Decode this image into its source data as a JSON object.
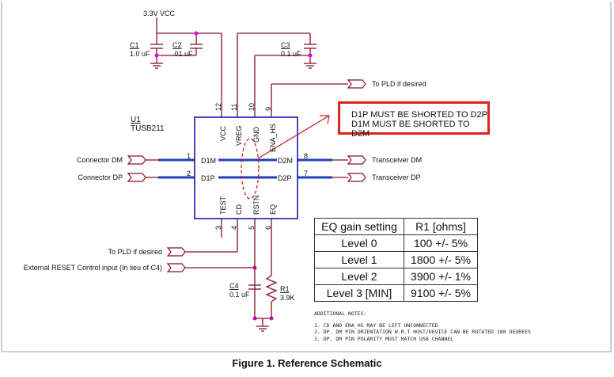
{
  "figure_caption": "Figure 1.  Reference Schematic",
  "power": {
    "rail_label": "3.3V VCC"
  },
  "capacitors": [
    {
      "ref": "C1",
      "value": "1.0 uF"
    },
    {
      "ref": "C2",
      "value": ".01 uF"
    },
    {
      "ref": "C3",
      "value": "0.1 uF"
    },
    {
      "ref": "C4",
      "value": "0.1 uF"
    }
  ],
  "resistor": {
    "ref": "R1",
    "value": "3.9K"
  },
  "ic": {
    "ref": "U1",
    "part": "TUSB211",
    "top_pins": [
      {
        "num": "12",
        "name": "VCC"
      },
      {
        "num": "11",
        "name": "VREG"
      },
      {
        "num": "10",
        "name": "GND"
      },
      {
        "num": "9",
        "name": "ENA_HS"
      }
    ],
    "left_pins": [
      {
        "num": "1",
        "name": "D1M"
      },
      {
        "num": "2",
        "name": "D1P"
      }
    ],
    "right_pins": [
      {
        "num": "8",
        "name": "D2M"
      },
      {
        "num": "7",
        "name": "D2P"
      }
    ],
    "bottom_pins": [
      {
        "num": "3",
        "name": "TEST"
      },
      {
        "num": "4",
        "name": "CD"
      },
      {
        "num": "5",
        "name": "RSTN"
      },
      {
        "num": "6",
        "name": "EQ"
      }
    ]
  },
  "ports": {
    "pld_top": "To PLD if desired",
    "connector_dm": "Connector DM",
    "connector_dp": "Connector DP",
    "transceiver_dm": "Transceiver DM",
    "transceiver_dp": "Transceiver DP",
    "pld_bottom": "To PLD if desired",
    "reset": "External RESET Control input (In lieu of C4)"
  },
  "callout": {
    "line1": "D1P MUST BE SHORTED TO D2P",
    "line2": "D1M MUST BE SHORTED TO D2M"
  },
  "eq_table": {
    "headers": [
      "EQ gain setting",
      "R1 [ohms]"
    ],
    "rows": [
      [
        "Level 0",
        "100 +/- 5%"
      ],
      [
        "Level 1",
        "1800 +/- 5%"
      ],
      [
        "Level 2",
        "3900 +/- 1%"
      ],
      [
        "Level 3 [MIN]",
        "9100 +/- 5%"
      ]
    ]
  },
  "notes": {
    "title": "ADDITIONAL NOTES:",
    "items": [
      "1. CD AND ENA_HS MAY BE LEFT UNCONNECTED",
      "2. DP, DM PIN ORIENTATION W.R.T HOST/DEVICE CAN BE ROTATED 180 DEGREES",
      "3. DP, DM PIN POLARITY MUST MATCH USB CHANNEL"
    ]
  },
  "colors": {
    "wire": "#8b0f2a",
    "ic_outline": "#1a1aa8",
    "signal_pair": "#1f3fbf",
    "junction": "#e000e0",
    "callout_border": "#e0201a"
  }
}
